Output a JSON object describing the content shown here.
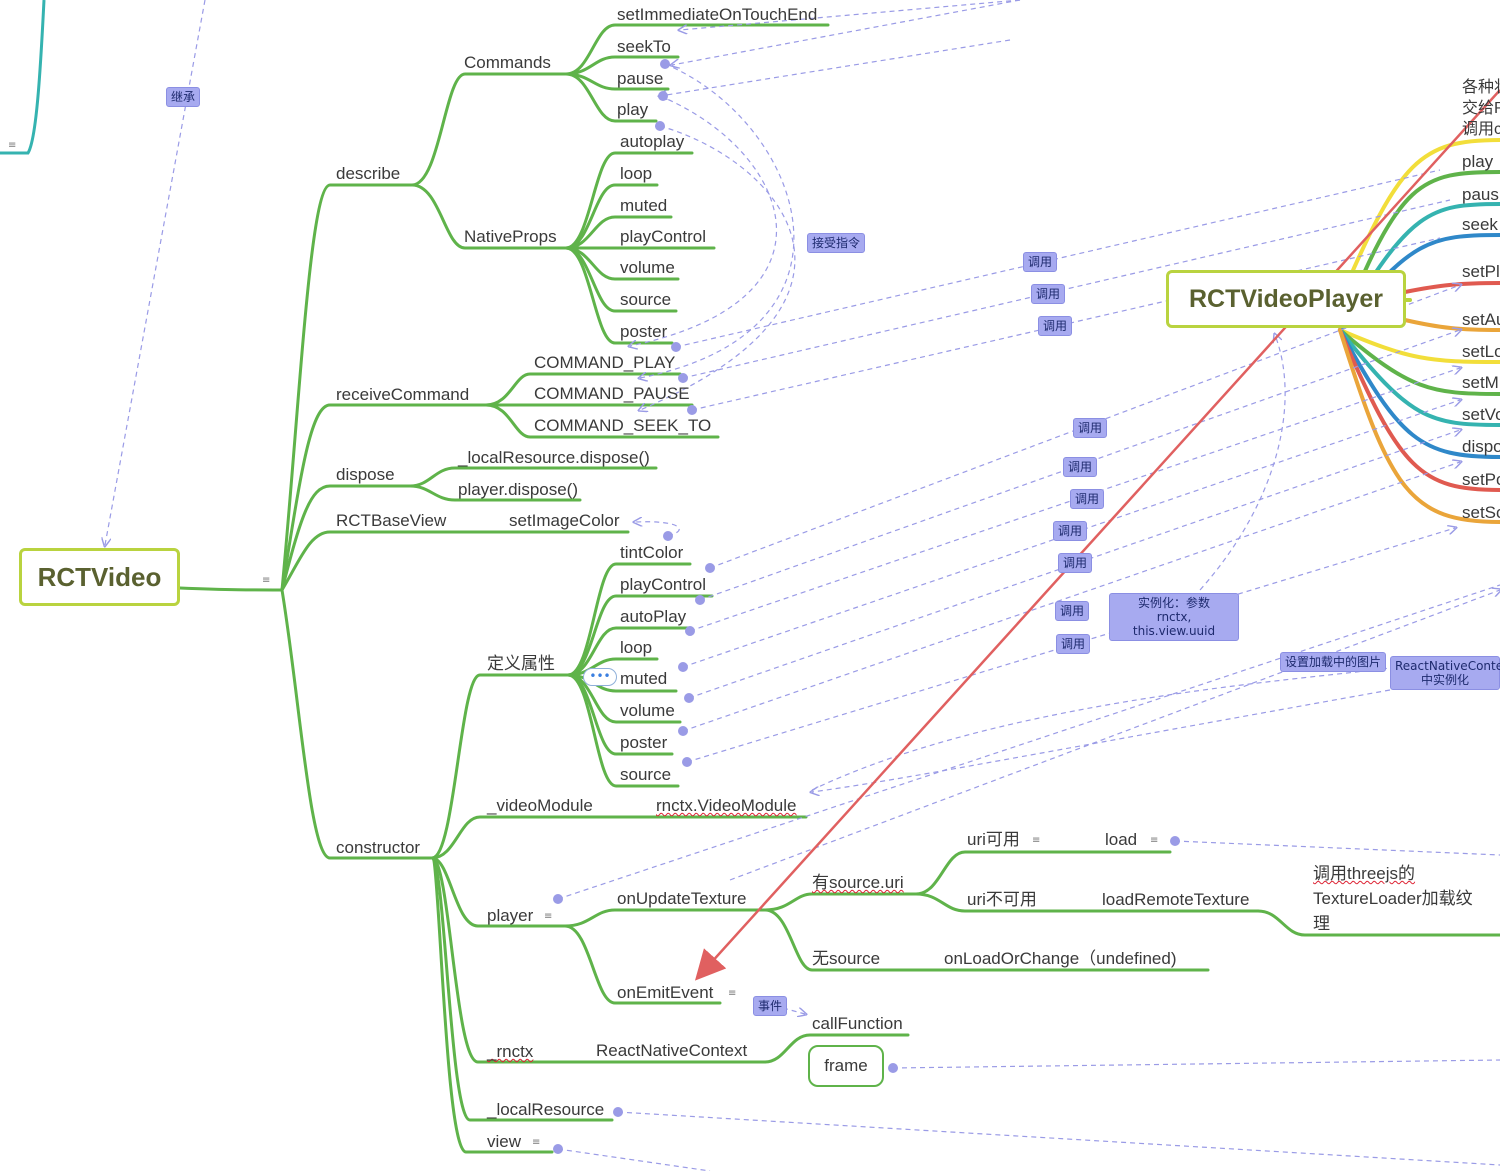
{
  "roots": {
    "rctvideo": "RCTVideo",
    "rctvideoplayer": "RCTVideoPlayer"
  },
  "branches": {
    "describe": "describe",
    "commands": "Commands",
    "native_props": "NativeProps",
    "receive_command": "receiveCommand",
    "dispose": "dispose",
    "rct_base_view": "RCTBaseView",
    "constructor": "constructor",
    "define_props": "定义属性",
    "video_module": "_videoModule",
    "player": "player",
    "rnctx": "_rnctx",
    "local_resource": "_localResource",
    "view": "view"
  },
  "commands": [
    "setImmediateOnTouchEnd",
    "seekTo",
    "pause",
    "play"
  ],
  "native_props": [
    "autoplay",
    "loop",
    "muted",
    "playControl",
    "volume",
    "source",
    "poster"
  ],
  "receive_command": [
    "COMMAND_PLAY",
    "COMMAND_PAUSE",
    "COMMAND_SEEK_TO"
  ],
  "dispose_items": [
    "_localResource.dispose()",
    "player.dispose()"
  ],
  "base_view_item": "setImageColor",
  "define_props": [
    "tintColor",
    "playControl",
    "autoPlay",
    "loop",
    "muted",
    "volume",
    "poster",
    "source"
  ],
  "video_module_value": "rnctx.VideoModule",
  "player_children": {
    "on_update_texture": "onUpdateTexture",
    "on_emit_event": "onEmitEvent",
    "has_source_uri": "有source.uri",
    "uri_available": "uri可用",
    "load": "load",
    "uri_unavailable": "uri不可用",
    "load_remote_texture": "loadRemoteTexture",
    "threejs_note": [
      "调用threejs的",
      "TextureLoader加载纹",
      "理"
    ],
    "no_source": "无source",
    "on_load_or_change": "onLoadOrChange（undefined)",
    "call_function": "callFunction"
  },
  "rnctx_value": "ReactNativeContext",
  "frame": "frame",
  "right_methods": [
    "play",
    "paus",
    "seek",
    "setPl",
    "setAu",
    "setLo",
    "setM",
    "setVo",
    "dispo",
    "setPo",
    "setSo"
  ],
  "right_note": [
    "各种状",
    "交给R",
    "调用c"
  ],
  "tags": {
    "inherit": "继承",
    "receive_cmd": "接受指令",
    "call": "调用",
    "instantiate": [
      "实例化：参数",
      "rnctx, this.view.uuid"
    ],
    "set_loading_image": "设置加载中的图片",
    "rn_context_inst": [
      "ReactNativeConte",
      "中实例化"
    ],
    "event": "事件"
  },
  "colors": {
    "branch_green": "#5fb34a",
    "root_border": "#b9d33f",
    "dashed_link": "#9a9be6",
    "red_arrow": "#e06060",
    "yellow": "#f2de3a",
    "teal": "#35b3b0",
    "blue": "#2f88c9",
    "orange": "#eaa53a",
    "red": "#e05a50"
  }
}
